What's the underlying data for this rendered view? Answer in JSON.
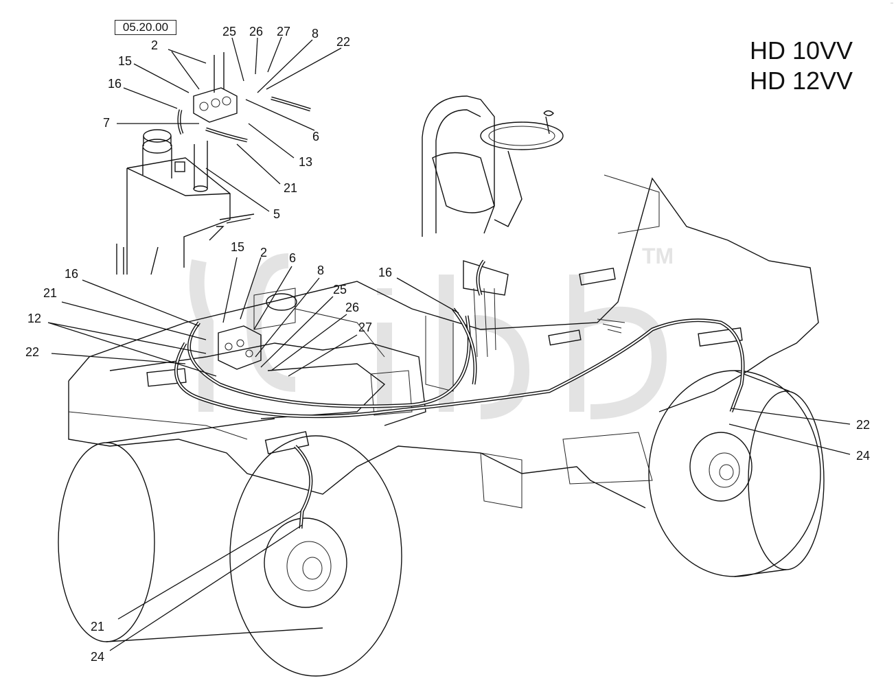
{
  "reference": "05.20.00",
  "models": [
    "HD 10VV",
    "HD 12VV"
  ],
  "watermark_tm": "TM",
  "corner_mark": "--",
  "callouts": [
    {
      "id": "c-top-2",
      "label": "2"
    },
    {
      "id": "c-top-25",
      "label": "25"
    },
    {
      "id": "c-top-26",
      "label": "26"
    },
    {
      "id": "c-top-27",
      "label": "27"
    },
    {
      "id": "c-top-8",
      "label": "8"
    },
    {
      "id": "c-top-22",
      "label": "22"
    },
    {
      "id": "c-top-15",
      "label": "15"
    },
    {
      "id": "c-top-16",
      "label": "16"
    },
    {
      "id": "c-top-7",
      "label": "7"
    },
    {
      "id": "c-top-6",
      "label": "6"
    },
    {
      "id": "c-top-13",
      "label": "13"
    },
    {
      "id": "c-top-21",
      "label": "21"
    },
    {
      "id": "c-top-5",
      "label": "5"
    },
    {
      "id": "c-mid-15",
      "label": "15"
    },
    {
      "id": "c-mid-2",
      "label": "2"
    },
    {
      "id": "c-mid-6",
      "label": "6"
    },
    {
      "id": "c-mid-16",
      "label": "16"
    },
    {
      "id": "c-mid-8",
      "label": "8"
    },
    {
      "id": "c-mid-21",
      "label": "21"
    },
    {
      "id": "c-mid-25",
      "label": "25"
    },
    {
      "id": "c-mid-26",
      "label": "26"
    },
    {
      "id": "c-mid-12",
      "label": "12"
    },
    {
      "id": "c-mid-27",
      "label": "27"
    },
    {
      "id": "c-mid-22",
      "label": "22"
    },
    {
      "id": "c-col-16",
      "label": "16"
    },
    {
      "id": "c-rt-22",
      "label": "22"
    },
    {
      "id": "c-rt-24",
      "label": "24"
    },
    {
      "id": "c-bot-21",
      "label": "21"
    },
    {
      "id": "c-bot-24",
      "label": "24"
    }
  ]
}
